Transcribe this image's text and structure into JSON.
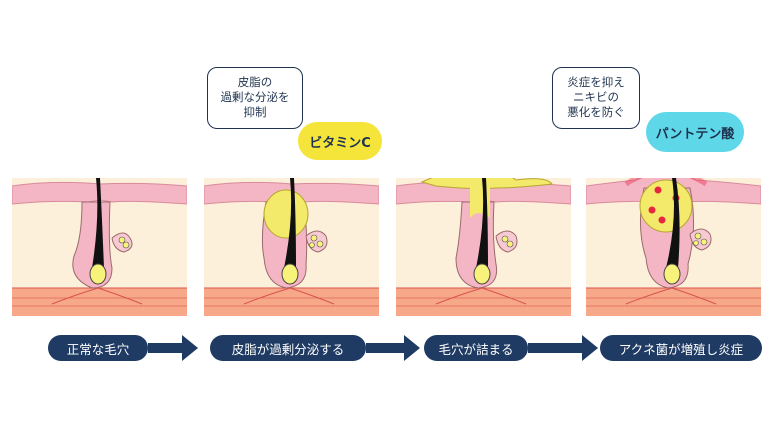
{
  "stages": [
    {
      "label": "正常な毛穴"
    },
    {
      "label": "皮脂が過剰分泌する"
    },
    {
      "label": "毛穴が詰まる"
    },
    {
      "label": "アクネ菌が増殖し炎症"
    }
  ],
  "callouts": [
    {
      "line1": "皮脂の",
      "line2": "過剰な分泌を",
      "line3": "抑制",
      "badge": "ビタミンC",
      "badge_color": "#f5e43a"
    },
    {
      "line1": "炎症を抑え",
      "line2": "ニキビの",
      "line3": "悪化を防ぐ",
      "badge": "パントテン酸",
      "badge_color": "#5ed8e8"
    }
  ],
  "colors": {
    "skin_top": "#f4b6c4",
    "dermis": "#fdf0da",
    "base": "#f6a889",
    "sebum": "#f3e96a",
    "navy": "#1f3b63"
  }
}
